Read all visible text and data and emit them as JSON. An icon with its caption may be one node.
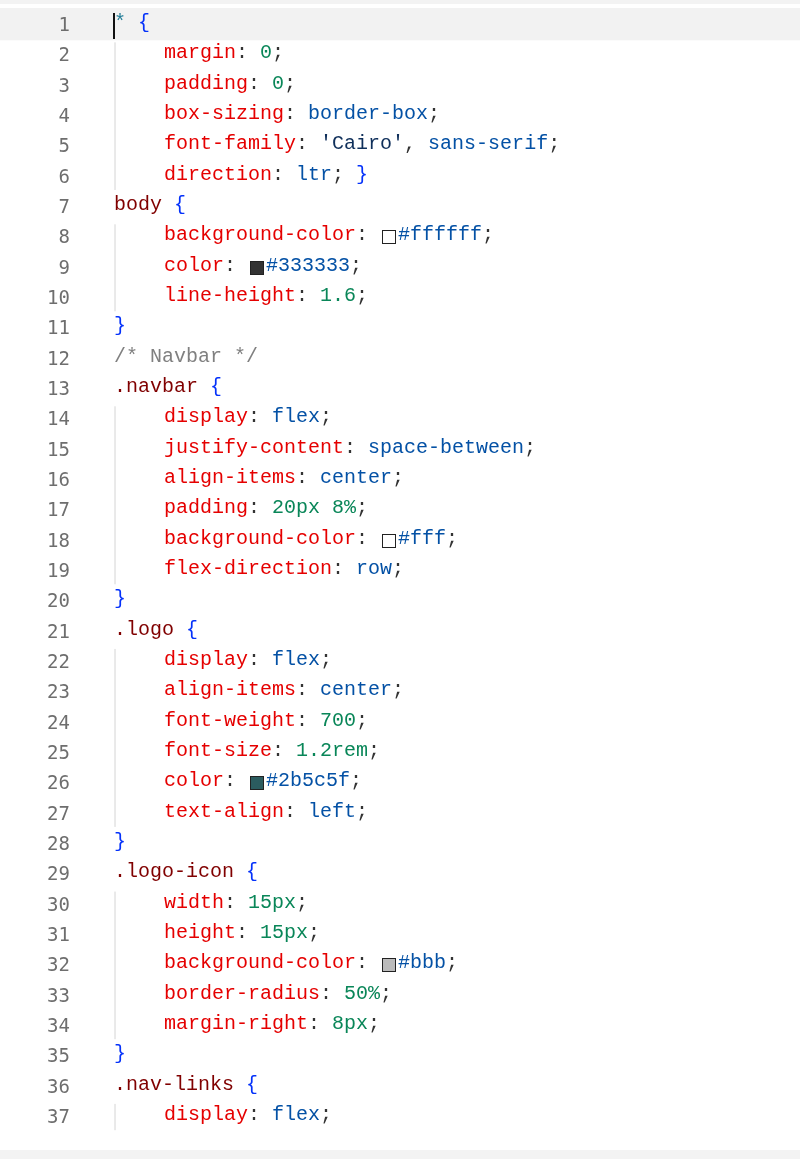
{
  "diagram": {
    "labels": [
      "1",
      "* {",
      "2",
      "margin: 0;",
      "3",
      "padding: 0;",
      "4",
      "box-sizing: border-box;",
      "5",
      "font-family: 'Cairo', sans-serif;",
      "6",
      "direction: ltr; }",
      "7",
      "body {",
      "8",
      "background-color: #ffffff;",
      "9",
      "color: #333333;",
      "10",
      "line-height: 1.6;",
      "11",
      "}",
      "12",
      "/* Navbar */",
      "13",
      ".navbar {",
      "14",
      "display: flex;",
      "15",
      "justify-content: space-between;",
      "16",
      "align-items: center;",
      "17",
      "padding: 20px 8%;",
      "18",
      "background-color: #fff;",
      "19",
      "flex-direction: row;",
      "20",
      "}",
      "21",
      ".logo {",
      "22",
      "display: flex;",
      "23",
      "align-items: center;",
      "24",
      "font-weight: 700;",
      "25",
      "font-size: 1.2rem;",
      "26",
      "color: #2b5c5f;",
      "27",
      "text-align: left;",
      "28",
      "}",
      "29",
      ".logo-icon {",
      "30",
      "width: 15px;",
      "31",
      "height: 15px;",
      "32",
      "background-color: #bbb;",
      "33",
      "border-radius: 50%;",
      "34",
      "margin-right: 8px;",
      "35",
      "}",
      "36",
      ".nav-links {",
      "37",
      "display: flex;"
    ]
  }
}
